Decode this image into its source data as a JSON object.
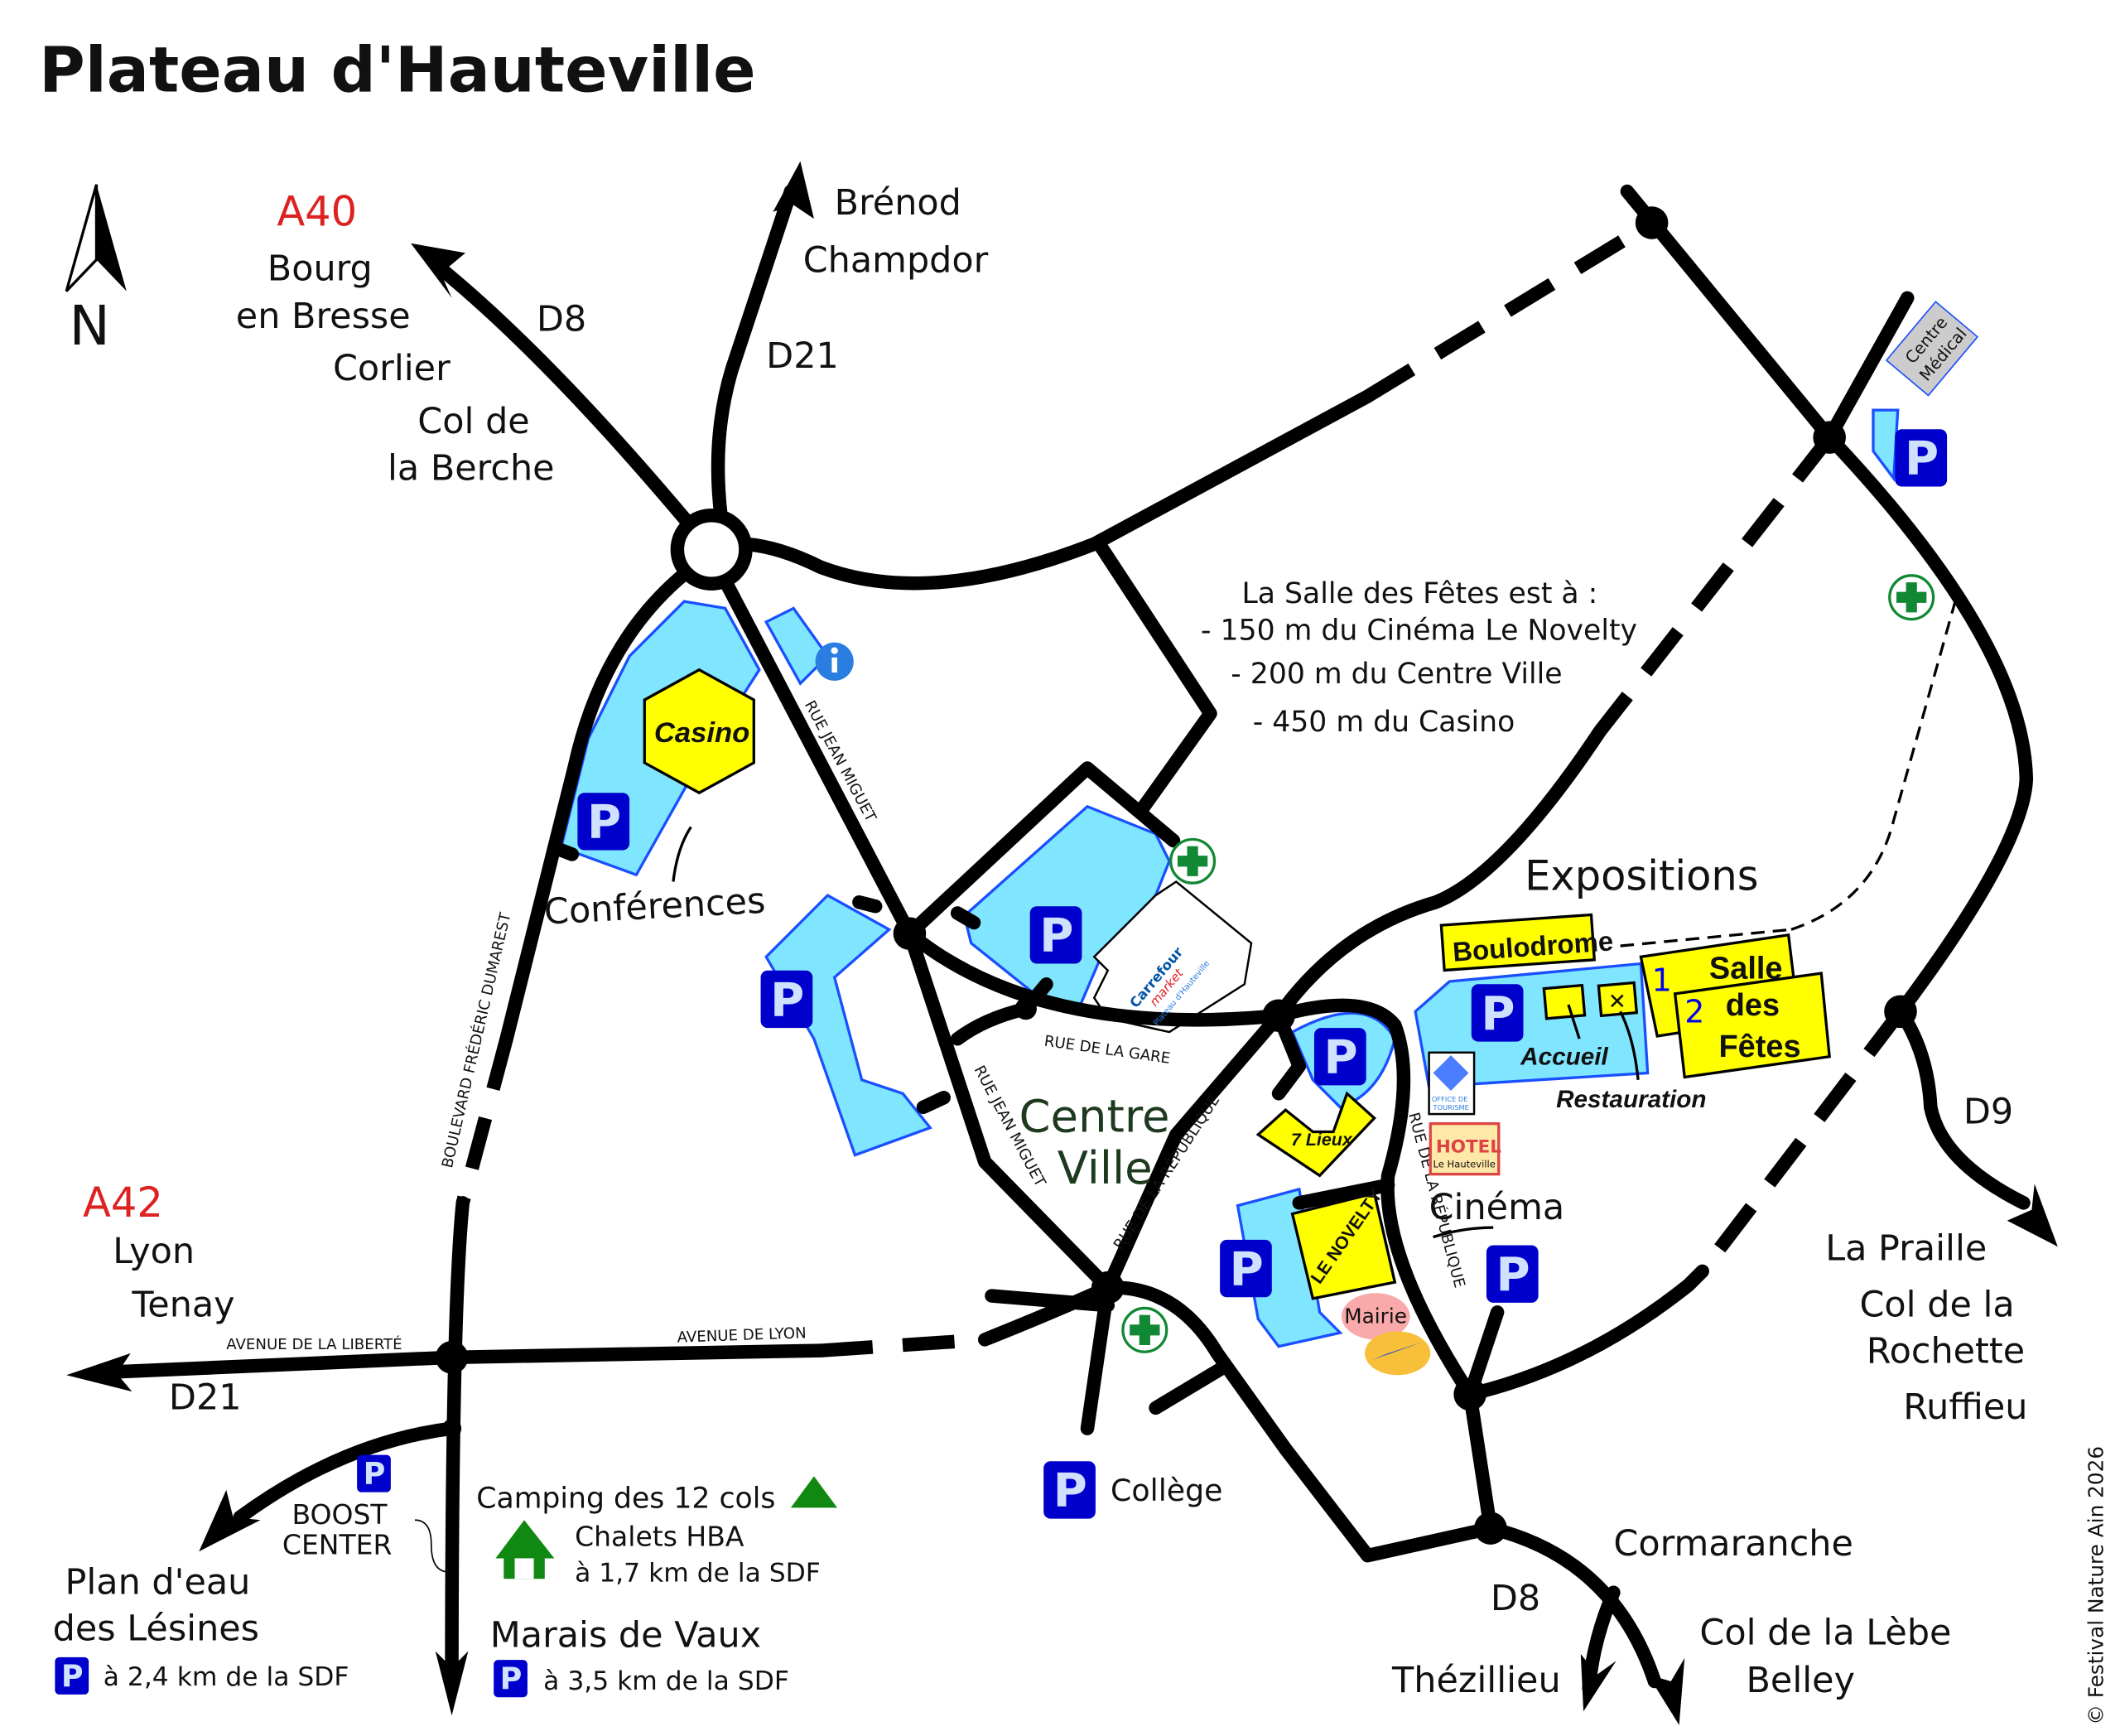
{
  "title": "Plateau d'Hauteville",
  "compass": "N",
  "colors": {
    "parking_area": "#80e5ff",
    "parking_sign": "#0000cc",
    "venue": "#ffff00",
    "highway": "#dd2222",
    "pharmacy": "#118833",
    "camping": "#118811"
  },
  "destinations": {
    "a40": "A40",
    "bourg1": "Bourg",
    "bourg2": "en Bresse",
    "corlier": "Corlier",
    "col1": "Col de",
    "col2": "la Berche",
    "brenod": "Brénod",
    "champdor": "Champdor",
    "a42": "A42",
    "lyon": "Lyon",
    "tenay": "Tenay",
    "praille": "La Praille",
    "rochette1": "Col de la",
    "rochette2": "Rochette",
    "ruffieu": "Ruffieu",
    "cormaranche": "Cormaranche",
    "lebe": "Col de la Lèbe",
    "belley": "Belley",
    "thezillieu": "Thézillieu",
    "plan1": "Plan d'eau",
    "plan2": "des Lésines",
    "plan_dist": "à 2,4 km de la SDF",
    "marais": "Marais de Vaux",
    "marais_dist": "à 3,5 km de la SDF",
    "camping": "Camping des 12 cols",
    "chalets": "Chalets HBA",
    "chalets_dist": "à 1,7 km de la SDF"
  },
  "roads": {
    "d8_north": "D8",
    "d21_north": "D21",
    "d21_west": "D21",
    "d9": "D9",
    "d8_south": "D8"
  },
  "streets": {
    "boulevard": "BOULEVARD FRÉDÉRIC DUMAREST",
    "av_liberte": "AVENUE DE LA LIBERTÉ",
    "av_lyon": "AVENUE DE LYON",
    "jean_miguet1": "RUE JEAN MIGUET",
    "jean_miguet2": "RUE JEAN MIGUET",
    "gare": "RUE DE LA GARE",
    "republique1": "RUE DE LA RÉPUBLIQUE",
    "republique2": "RUE DE LA RÉPUBLIQUE"
  },
  "places": {
    "casino": "Casino",
    "conferences": "Conférences",
    "centre1": "Centre",
    "centre2": "Ville",
    "expositions": "Expositions",
    "boulodrome": "Boulodrome",
    "accueil": "Accueil",
    "restauration": "Restauration",
    "salle": "Salle",
    "des": "des",
    "fetes": "Fêtes",
    "hall1": "1",
    "hall2": "2",
    "sept_lieux": "7 Lieux",
    "novelty": "LE NOVELTY",
    "cinema": "Cinéma",
    "mairie": "Mairie",
    "hotel": "HOTEL",
    "hotel_name": "Le Hauteville",
    "office1": "OFFICE DE",
    "office2": "TOURISME",
    "centre_medical1": "Centre",
    "centre_medical2": "Médical",
    "college": "Collège",
    "boost1": "BOOST",
    "boost2": "CENTER",
    "carrefour": "Carrefour",
    "market": "market",
    "carrefour_sub": "Plateau d'Hauteville",
    "parking": "P"
  },
  "info": {
    "heading": "La Salle des Fêtes est à :",
    "lines": [
      "- 150 m du Cinéma Le Novelty",
      "- 200 m du Centre Ville",
      "- 450 m du Casino"
    ]
  },
  "copyright": "© Festival Nature Ain 2026"
}
